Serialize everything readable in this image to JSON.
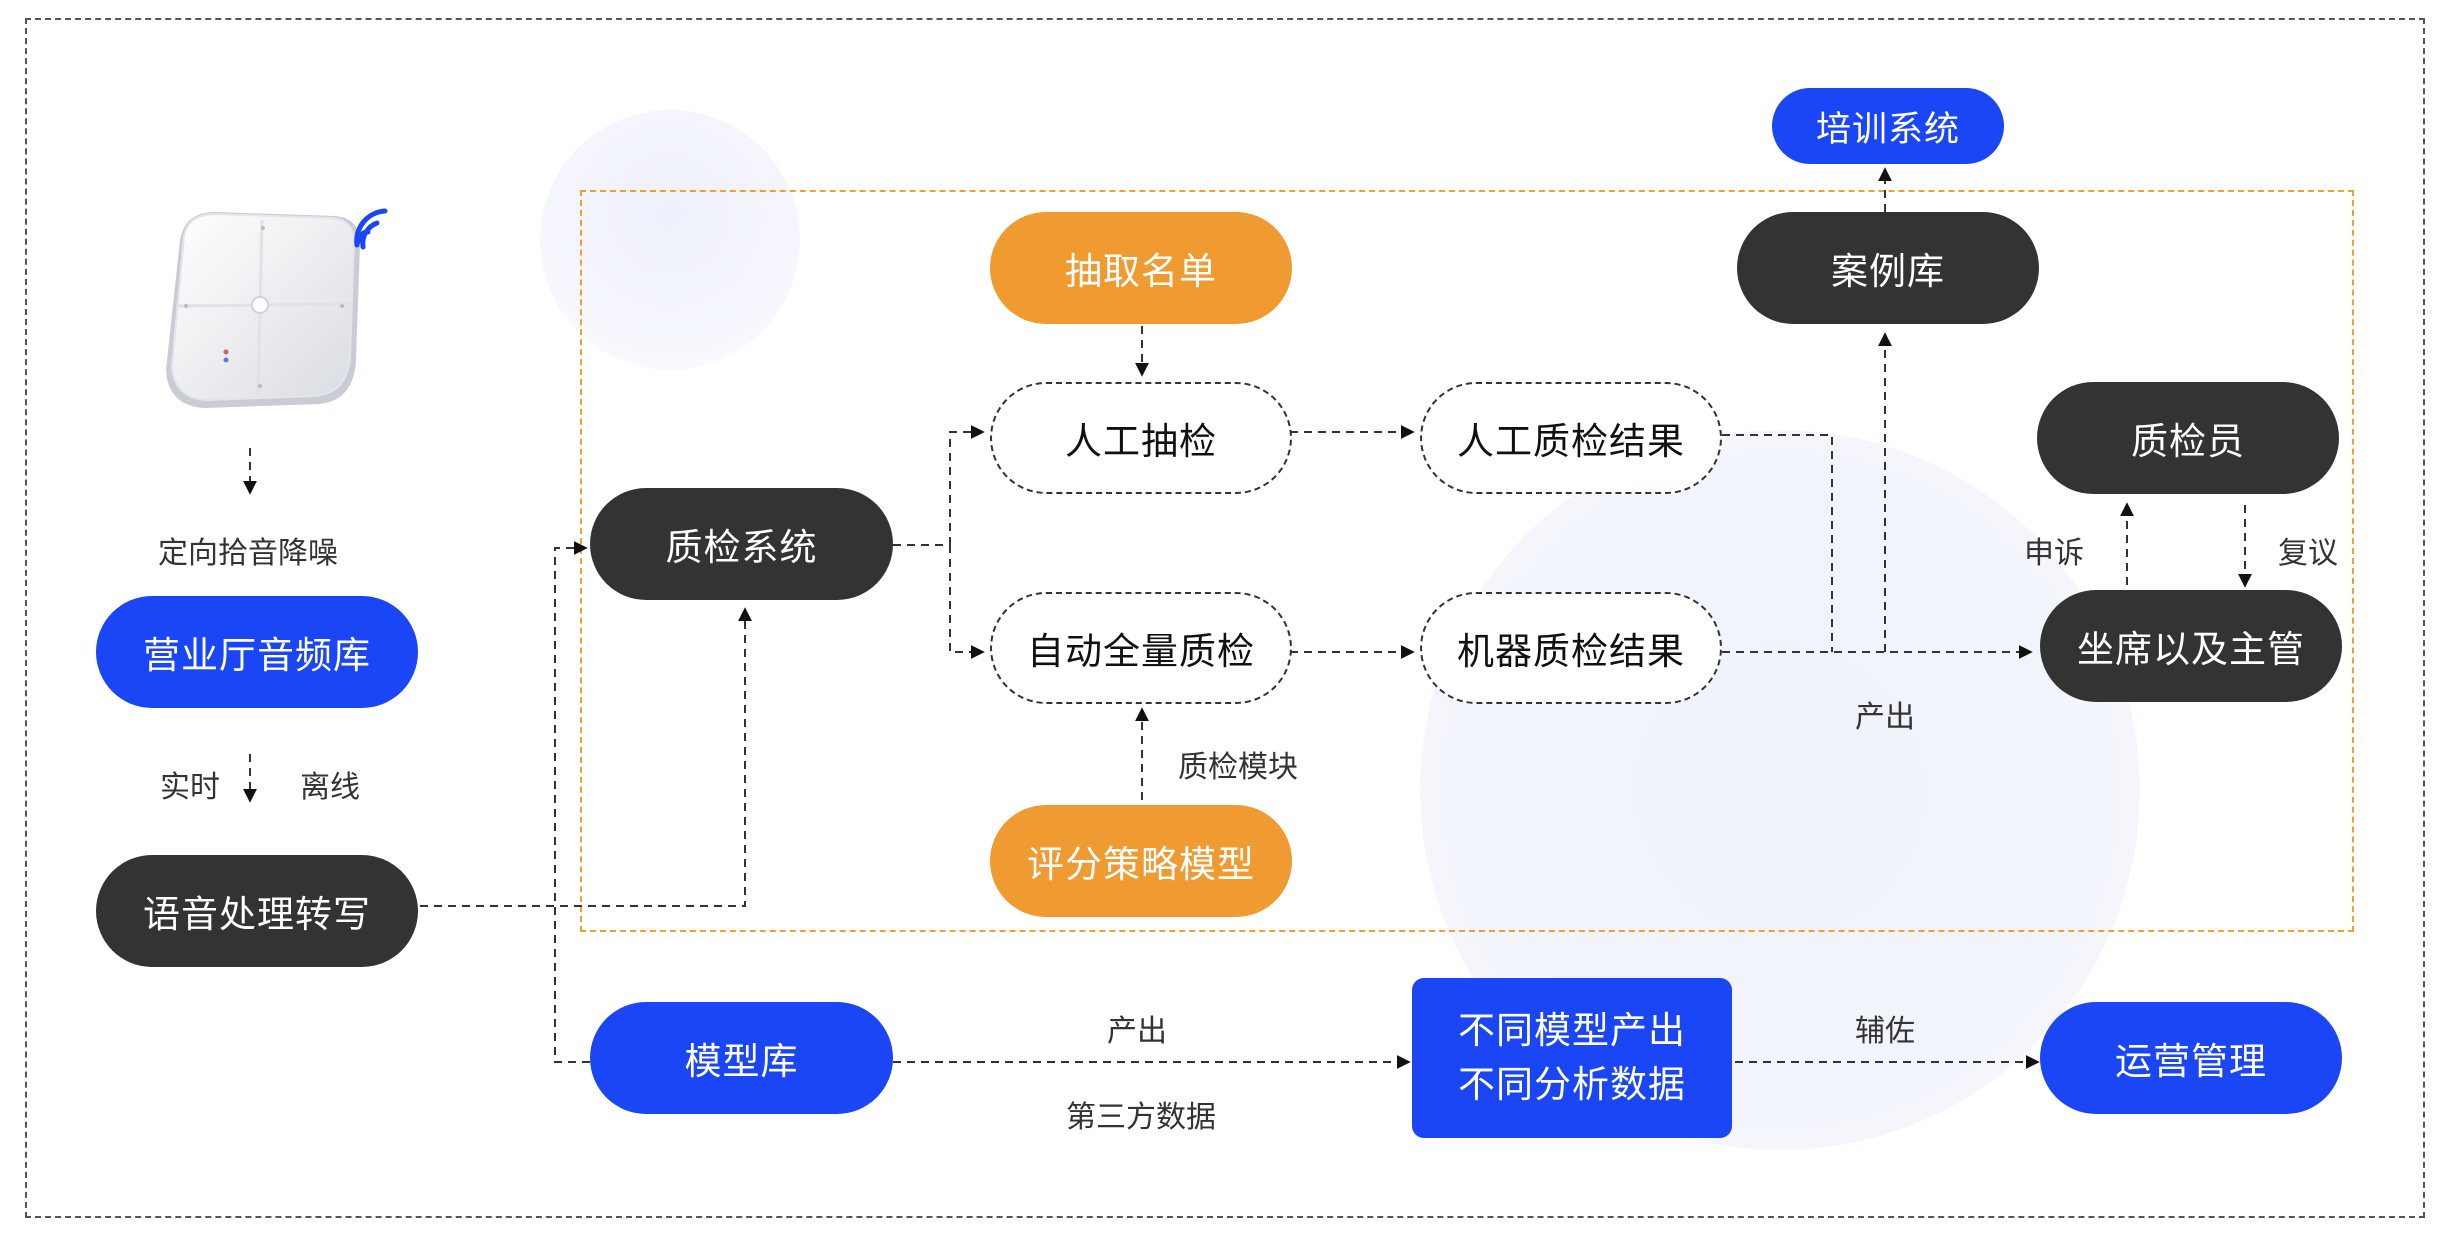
{
  "nodes": {
    "audio_library": "营业厅音频库",
    "speech_processing": "语音处理转写",
    "qc_system": "质检系统",
    "extract_list": "抽取名单",
    "manual_sampling": "人工抽检",
    "auto_full_check": "自动全量质检",
    "scoring_model": "评分策略模型",
    "manual_result": "人工质检结果",
    "machine_result": "机器质检结果",
    "case_library": "案例库",
    "training_system": "培训系统",
    "inspector": "质检员",
    "agents_supervisors": "坐席以及主管",
    "model_library": "模型库",
    "model_output_line1": "不同模型产出",
    "model_output_line2": "不同分析数据",
    "operations": "运营管理"
  },
  "labels": {
    "directional_pickup": "定向拾音降噪",
    "realtime": "实时",
    "offline": "离线",
    "qc_module": "质检模块",
    "output_main": "产出",
    "appeal": "申诉",
    "review": "复议",
    "output_bottom": "产出",
    "third_party": "第三方数据",
    "assist": "辅佐"
  },
  "colors": {
    "dark": "#333333",
    "blue": "#1b46f5",
    "orange": "#f09a32",
    "frame_orange": "#f0a030",
    "wifi_blue": "#1b46f5"
  },
  "icons": {
    "device": "smart-speaker-device-icon",
    "wifi": "wifi-signal-icon"
  }
}
